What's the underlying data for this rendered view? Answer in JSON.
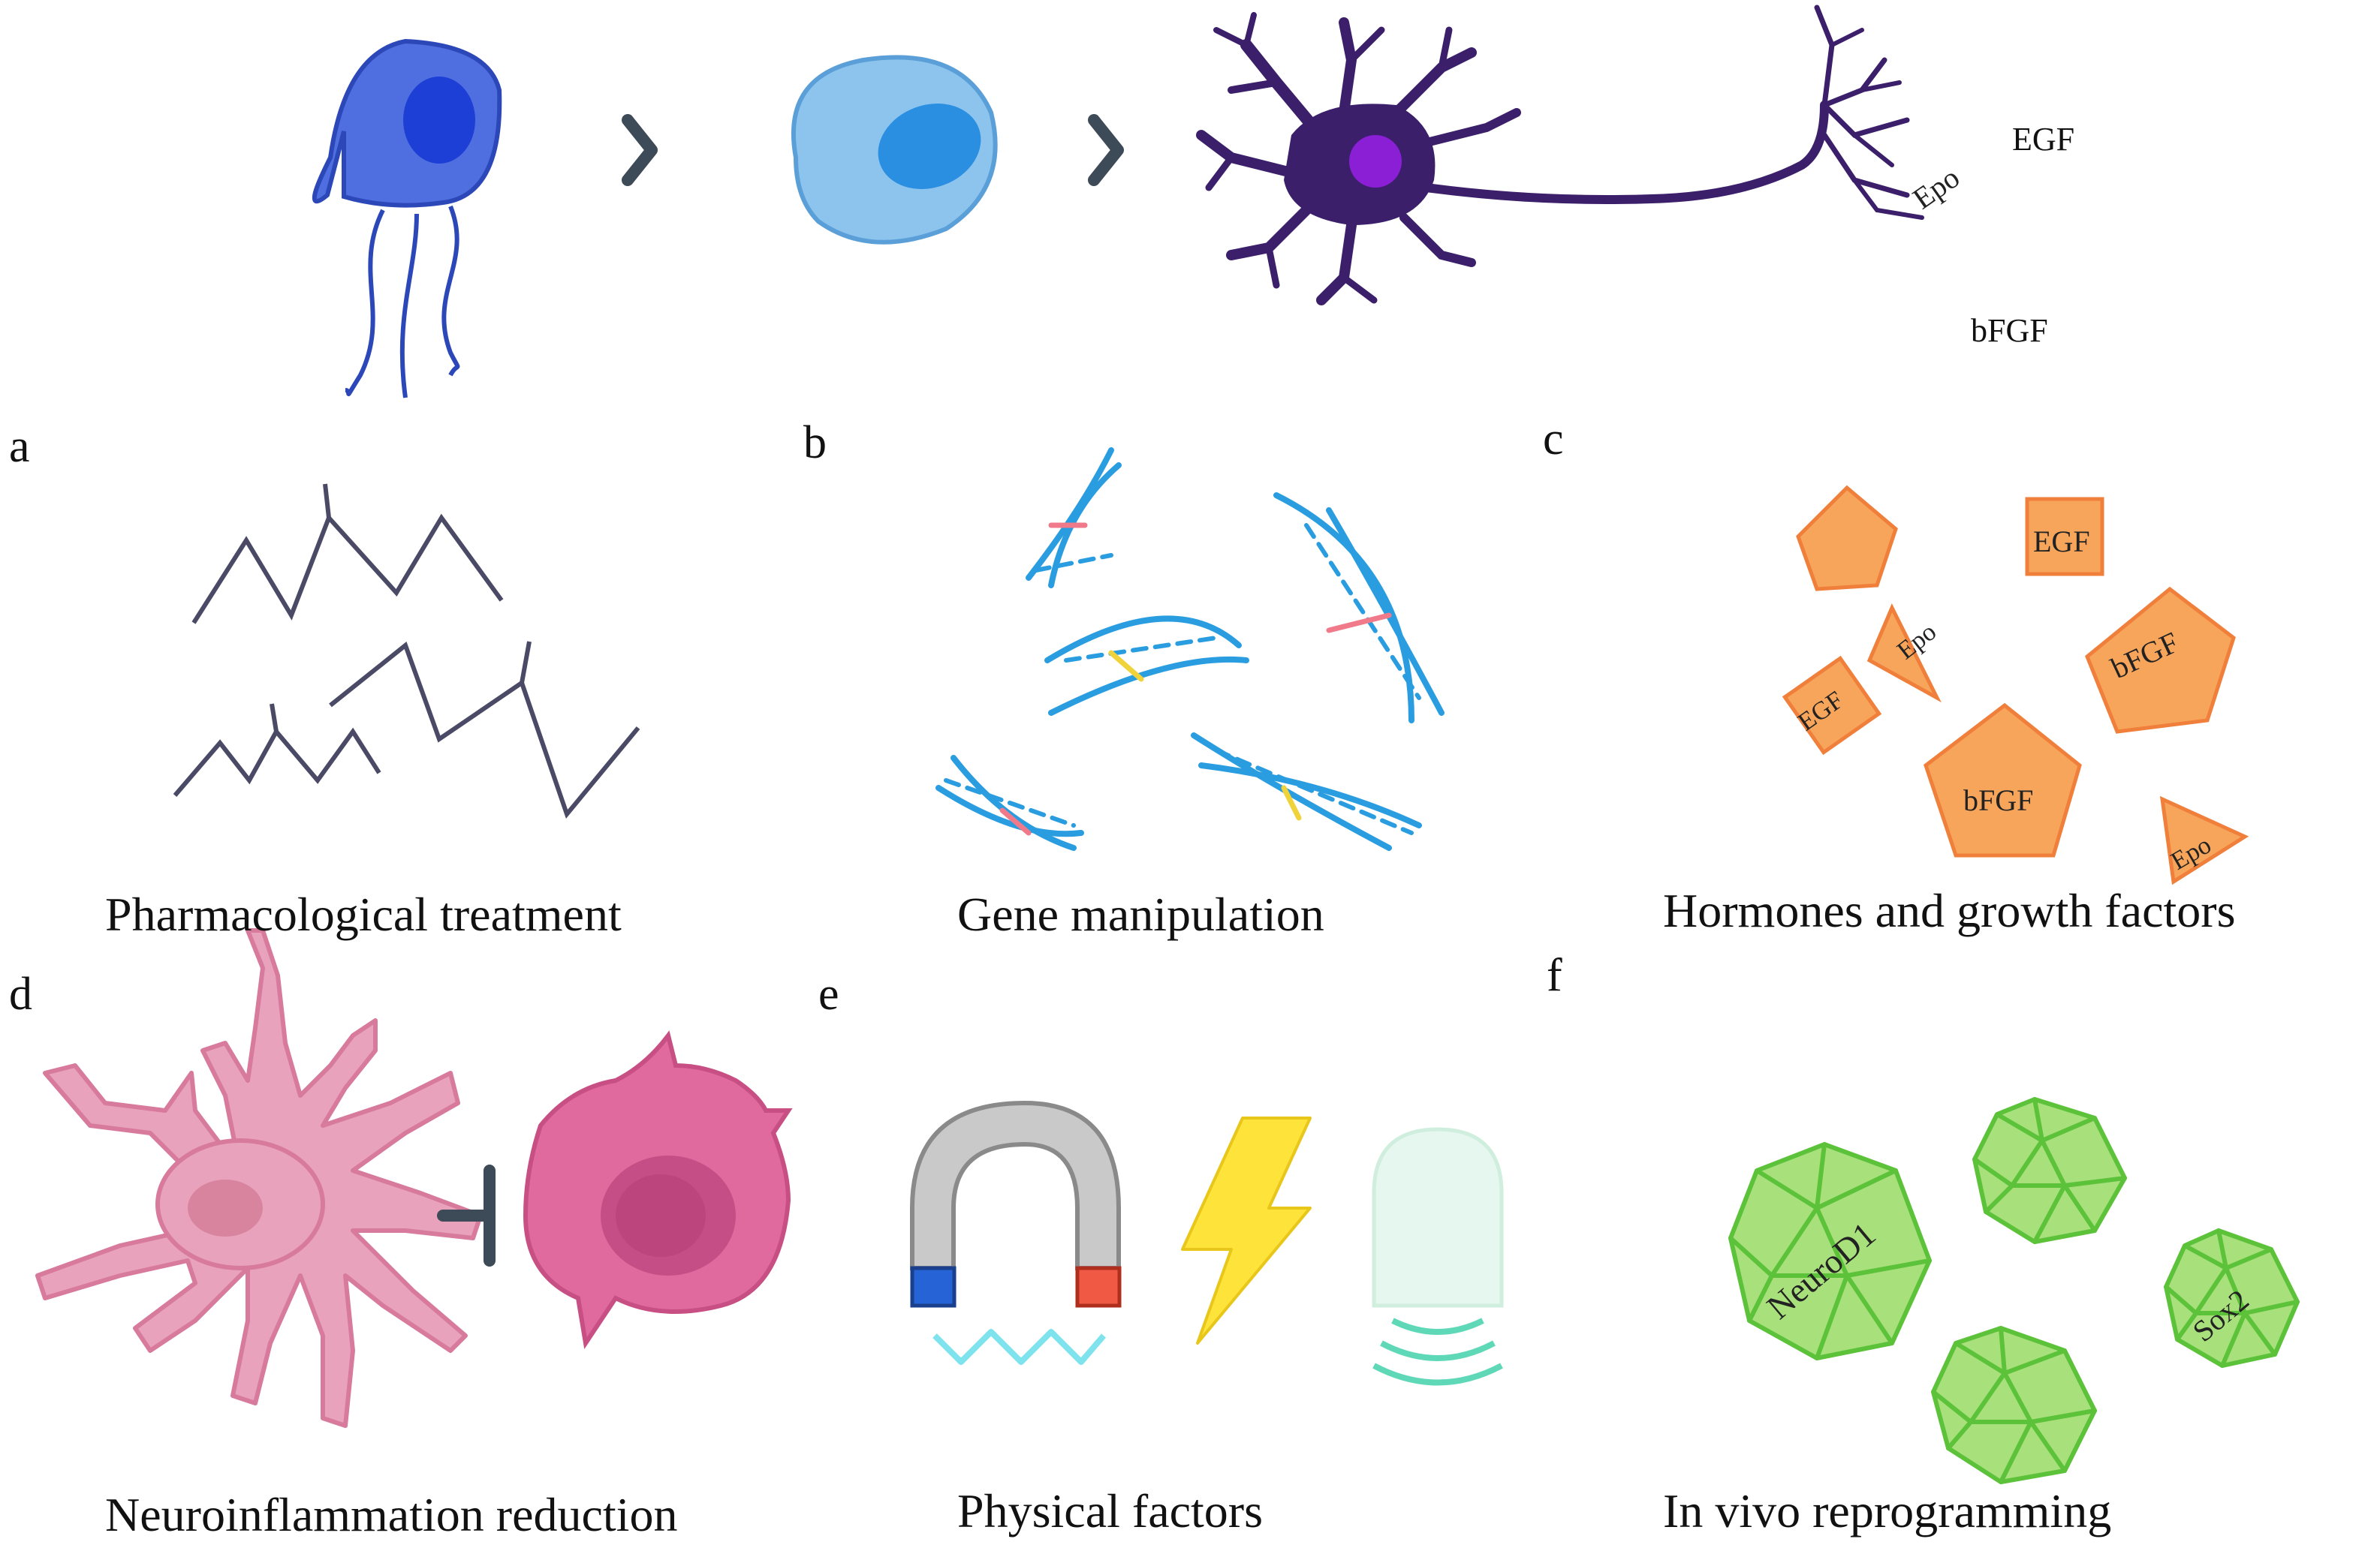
{
  "top_labels": {
    "egf": "EGF",
    "epo": "Epo",
    "bfgf": "bFGF"
  },
  "panels": [
    {
      "letter": "a",
      "caption": "Pharmacological treatment"
    },
    {
      "letter": "b",
      "caption": "Gene manipulation"
    },
    {
      "letter": "c",
      "caption": "Hormones and growth factors"
    },
    {
      "letter": "d",
      "caption": "Neuroinflammation reduction"
    },
    {
      "letter": "e",
      "caption": "Physical factors"
    },
    {
      "letter": "f",
      "caption": "In vivo reprogramming"
    }
  ],
  "panel_c_labels": {
    "egf_1": "EGF",
    "epo_1": "Epo",
    "bfgf_1": "bFGF",
    "egf_2": "EGF",
    "bfgf_2": "bFGF",
    "epo_2": "Epo"
  },
  "panel_f_labels": {
    "neurod1": "NeuroD1",
    "sox2": "Sox2"
  },
  "colors": {
    "glia_blue": "#4f6fe0",
    "progenitor_blue": "#8cc4ee",
    "neuron_purple": "#3c1f6b",
    "molecule_gray": "#4a4a66",
    "dna_blue": "#2a9de0",
    "factor_orange": "#f7a55a",
    "astrocyte_pink": "#e8a2bc",
    "microglia_pink": "#e06a9d",
    "bolt_yellow": "#fde33a",
    "virus_green": "#a8e07c"
  },
  "icons": [
    "glia-cell-icon",
    "arrow-right-icon",
    "progenitor-cell-icon",
    "neuron-icon",
    "molecule-icon",
    "dna-icon",
    "growth-factor-icon",
    "astrocyte-icon",
    "inhibition-icon",
    "microglia-icon",
    "magnet-icon",
    "lightning-icon",
    "light-bulb-icon",
    "virus-icon"
  ]
}
